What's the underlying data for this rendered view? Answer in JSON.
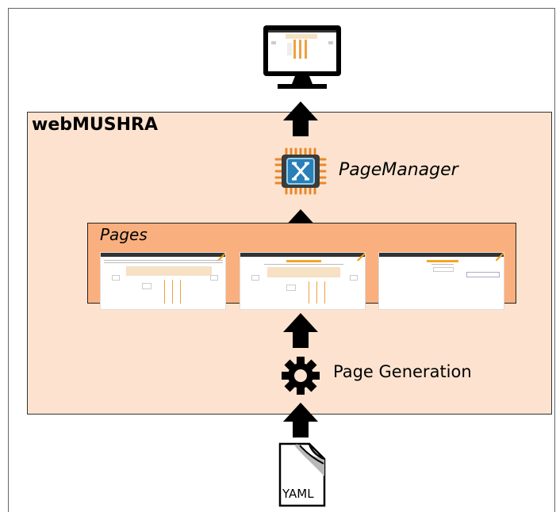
{
  "diagram": {
    "container_label": "webMUSHRA",
    "pages_label": "Pages",
    "pagemanager_label": "PageManager",
    "pagegen_label": "Page Generation",
    "yaml_label": "YAML"
  },
  "colors": {
    "outer_fill": "#fde3cf",
    "pages_fill": "#f9b07e",
    "accent": "#f39c12",
    "chip_blue": "#2a7fb8"
  }
}
